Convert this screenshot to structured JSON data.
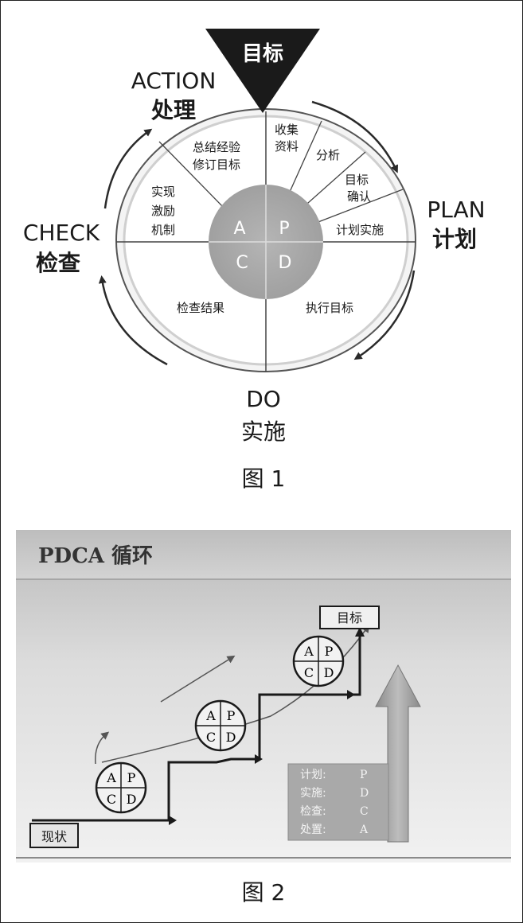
{
  "figure1": {
    "top_marker": "目标",
    "action": {
      "en": "ACTION",
      "zh": "处理"
    },
    "plan": {
      "en": "PLAN",
      "zh": "计划"
    },
    "check": {
      "en": "CHECK",
      "zh": "检查"
    },
    "do": {
      "en": "DO",
      "zh": "实施"
    },
    "center": {
      "a": "A",
      "p": "P",
      "c": "C",
      "d": "D"
    },
    "segments": {
      "collect_line1": "收集",
      "collect_line2": "资料",
      "analyze": "分析",
      "confirm_line1": "目标",
      "confirm_line2": "确认",
      "plan_implement": "计划实施",
      "summary_line1": "总结经验",
      "summary_line2": "修订目标",
      "incentive_line1": "实现",
      "incentive_line2": "激励",
      "incentive_line3": "机制",
      "check_result": "检查结果",
      "execute_goal": "执行目标"
    },
    "caption": "图 1"
  },
  "figure2": {
    "title": "PDCA 循环",
    "goal_label": "目标",
    "status_label": "现状",
    "wheel_letters": {
      "a": "A",
      "p": "P",
      "c": "C",
      "d": "D"
    },
    "legend": [
      {
        "label": "计划:",
        "letter": "P"
      },
      {
        "label": "实施:",
        "letter": "D"
      },
      {
        "label": "检查:",
        "letter": "C"
      },
      {
        "label": "处置:",
        "letter": "A"
      }
    ],
    "caption": "图 2"
  }
}
